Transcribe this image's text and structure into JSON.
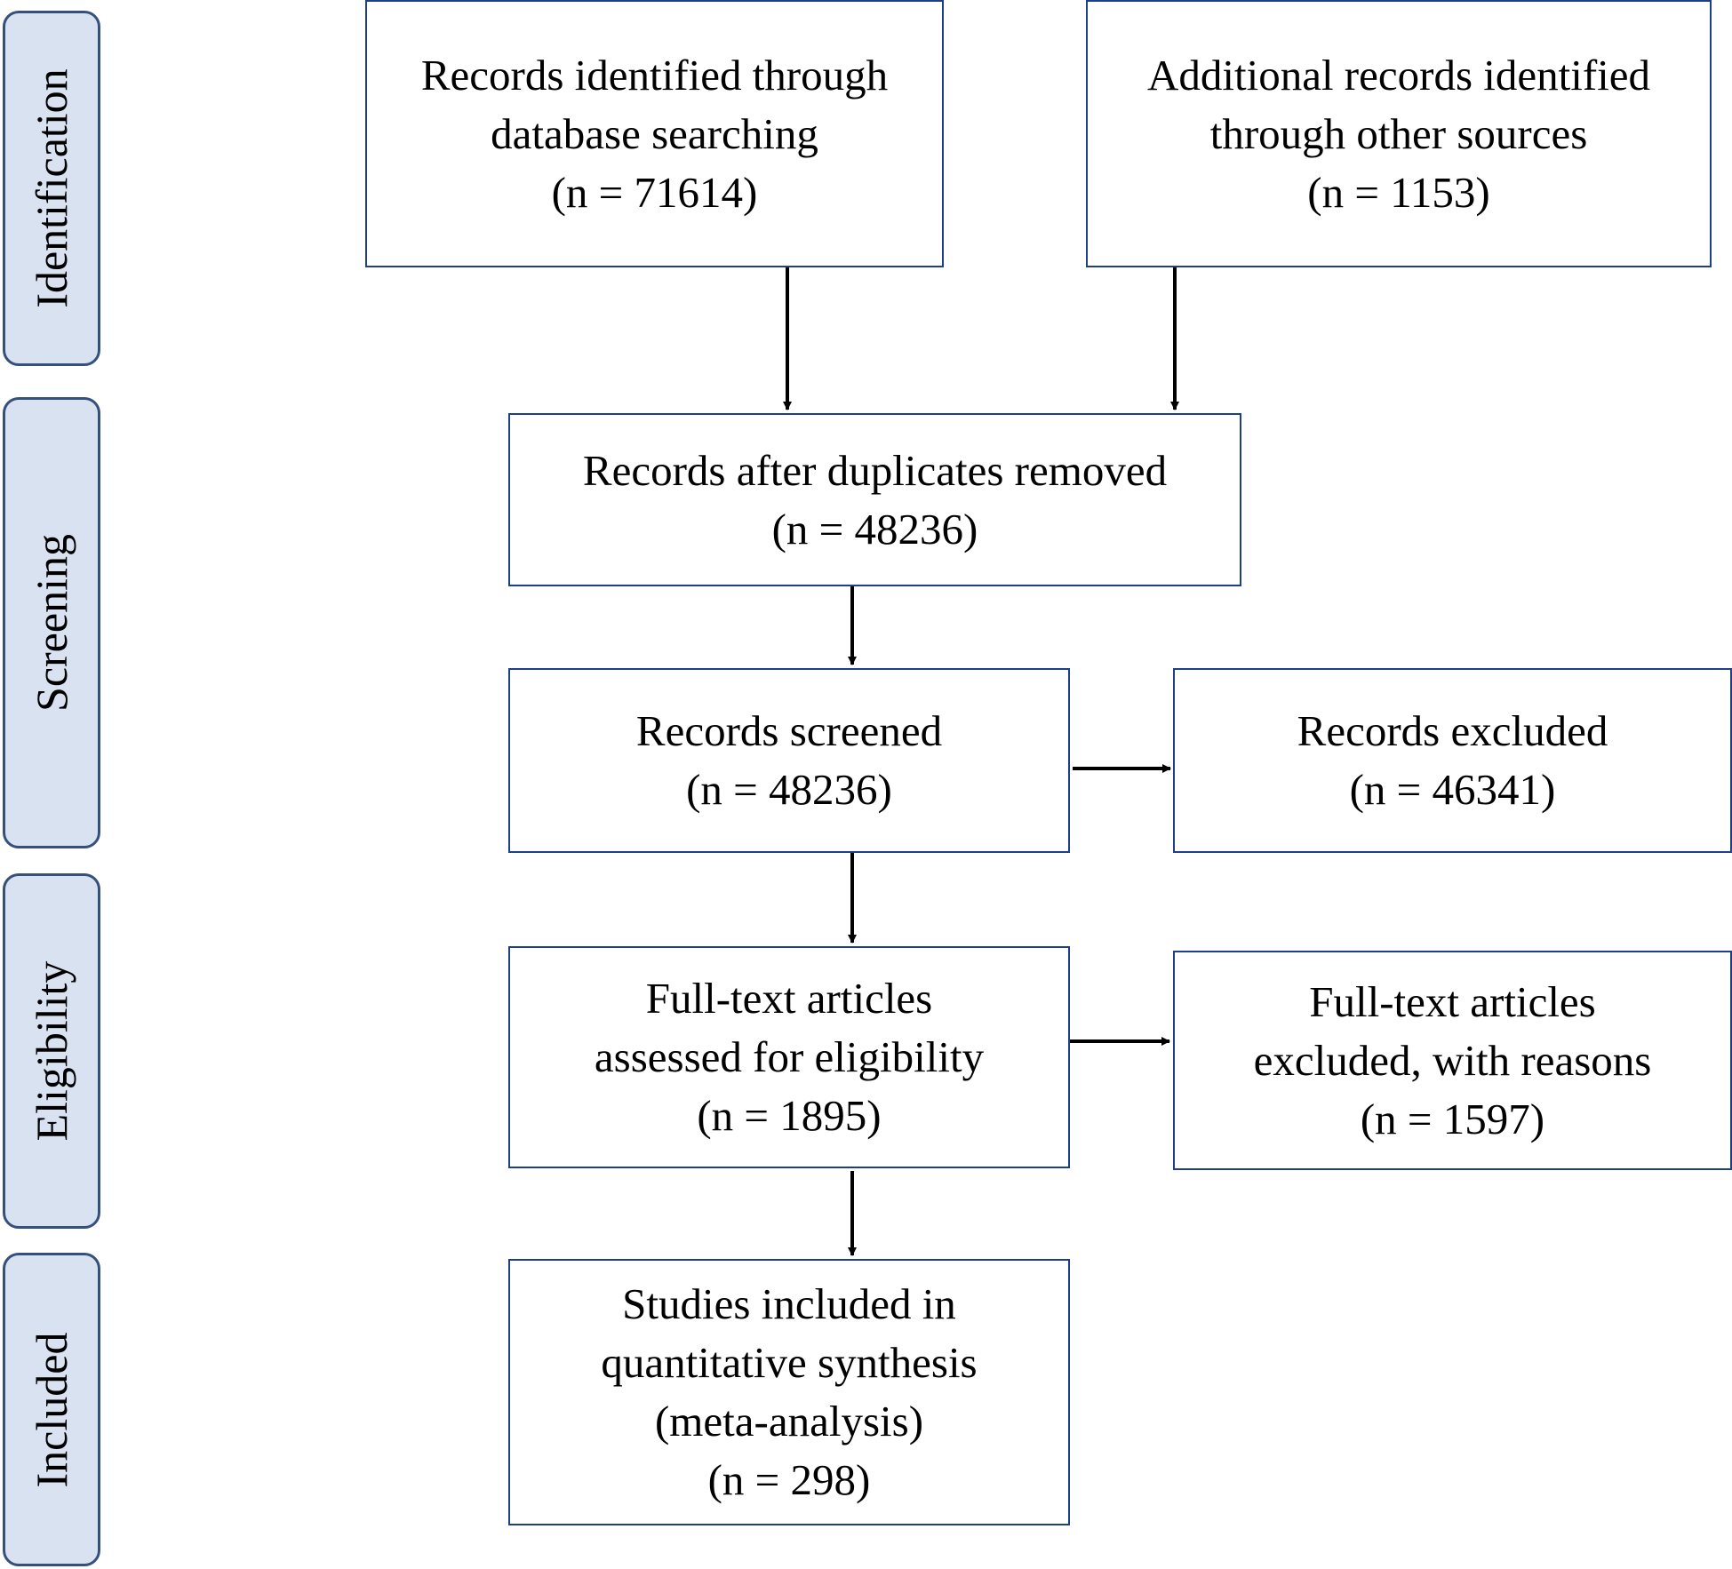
{
  "phases": {
    "identification": "Identification",
    "screening": "Screening",
    "eligibility": "Eligibility",
    "included": "Included"
  },
  "boxes": {
    "database": {
      "lines": [
        "Records identified through",
        "database searching",
        "(n = 71614)"
      ]
    },
    "other_sources": {
      "lines": [
        "Additional records identified",
        "through other sources",
        "(n = 1153)"
      ]
    },
    "deduplicated": {
      "lines": [
        "Records after duplicates removed",
        "(n = 48236)"
      ]
    },
    "screened": {
      "lines": [
        "Records screened",
        "(n = 48236)"
      ]
    },
    "excluded": {
      "lines": [
        "Records excluded",
        "(n = 46341)"
      ]
    },
    "fulltext": {
      "lines": [
        "Full-text articles",
        "assessed for eligibility",
        "(n = 1895)"
      ]
    },
    "fulltext_excluded": {
      "lines": [
        "Full-text articles",
        "excluded, with reasons",
        "(n = 1597)"
      ]
    },
    "included": {
      "lines": [
        "Studies included in",
        "quantitative synthesis",
        "(meta-analysis)",
        "(n = 298)"
      ]
    }
  },
  "colors": {
    "box_border": "#1f3e8a",
    "phase_fill": "#d9e2f1",
    "phase_border": "#35507d",
    "arrow": "#000000"
  }
}
